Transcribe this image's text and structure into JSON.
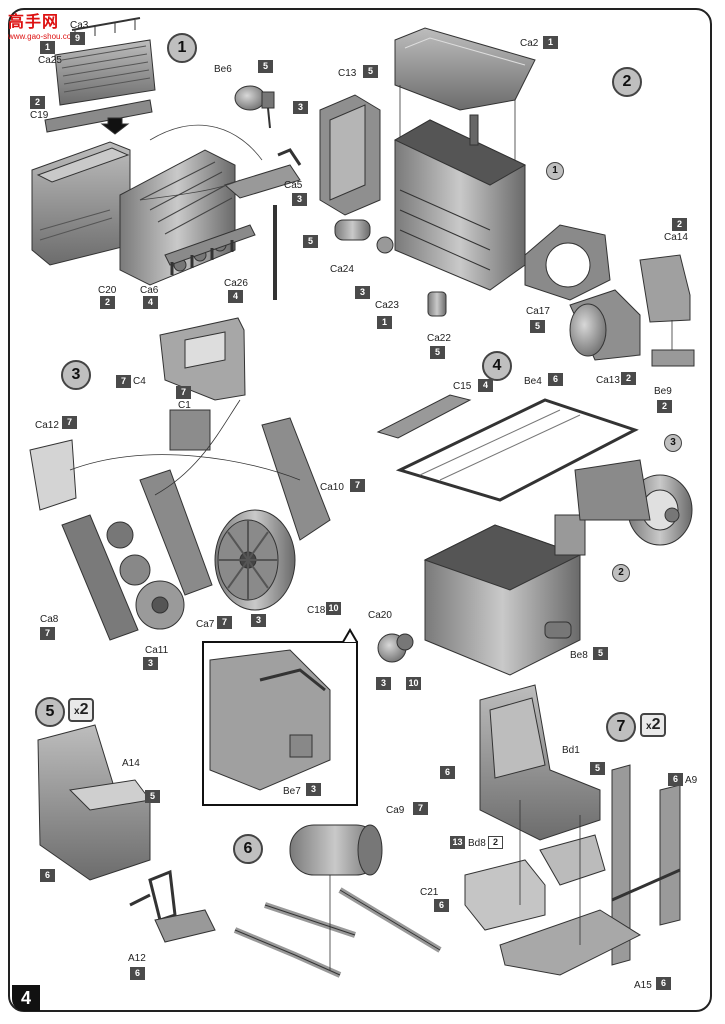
{
  "watermark": {
    "site": "高手网",
    "url": "www.gao-shou.com"
  },
  "page_number": "4",
  "steps": [
    {
      "number": "1"
    },
    {
      "number": "2"
    },
    {
      "number": "3"
    },
    {
      "number": "4"
    },
    {
      "number": "5",
      "multiplier": "2"
    },
    {
      "number": "6"
    },
    {
      "number": "7",
      "multiplier": "2"
    }
  ],
  "sub_refs": {
    "step2_ref1": "1",
    "step4_ref2": "2",
    "step4_ref3": "3"
  },
  "multiplier_prefix": "x",
  "parts": {
    "ca3": {
      "label": "Ca3",
      "badge": "9"
    },
    "ca25": {
      "label": "Ca25",
      "badge": "1"
    },
    "c19": {
      "label": "C19",
      "badge": "2"
    },
    "be6": {
      "label": "Be6",
      "badge": "5"
    },
    "be6_link": {
      "badge": "3"
    },
    "ca5": {
      "label": "Ca5",
      "badge": "3"
    },
    "c20": {
      "label": "C20",
      "badge": "2"
    },
    "ca6": {
      "label": "Ca6",
      "badge": "4"
    },
    "ca26": {
      "label": "Ca26",
      "badge": "4"
    },
    "c13": {
      "label": "C13",
      "badge": "5"
    },
    "ca2": {
      "label": "Ca2",
      "badge": "1"
    },
    "ca24": {
      "label": "Ca24",
      "badge": "5"
    },
    "ca24_link": {
      "badge": "3"
    },
    "ca23": {
      "label": "Ca23",
      "badge": "1"
    },
    "ca22": {
      "label": "Ca22",
      "badge": "5"
    },
    "ca17": {
      "label": "Ca17",
      "badge": "5"
    },
    "ca14": {
      "label": "Ca14",
      "badge": "2"
    },
    "ca13": {
      "label": "Ca13",
      "badge": "2"
    },
    "be9": {
      "label": "Be9",
      "badge": "2"
    },
    "c4": {
      "label": "C4",
      "badge": "7"
    },
    "c1": {
      "label": "C1",
      "badge": "7"
    },
    "ca12": {
      "label": "Ca12",
      "badge": "7"
    },
    "ca10": {
      "label": "Ca10",
      "badge": "7"
    },
    "ca8": {
      "label": "Ca8",
      "badge": "7"
    },
    "ca11": {
      "label": "Ca11",
      "badge": "3"
    },
    "ca7": {
      "label": "Ca7",
      "badge": "7"
    },
    "ca7_link": {
      "badge": "3"
    },
    "c18": {
      "label": "C18",
      "badge": "10"
    },
    "c15": {
      "label": "C15",
      "badge": "4"
    },
    "be4": {
      "label": "Be4",
      "badge": "6"
    },
    "ca20": {
      "label": "Ca20",
      "badge": "3"
    },
    "ca20_link": {
      "badge": "10"
    },
    "be8": {
      "label": "Be8",
      "badge": "5"
    },
    "be7": {
      "label": "Be7",
      "badge": "3"
    },
    "a14": {
      "label": "A14",
      "badge": "5"
    },
    "a14_link": {
      "badge": "6"
    },
    "a12": {
      "label": "A12",
      "badge": "6"
    },
    "ca9": {
      "label": "Ca9",
      "badge": "7"
    },
    "c21": {
      "label": "C21",
      "badge": "6"
    },
    "bd1": {
      "label": "Bd1",
      "badge": "5"
    },
    "bd1_link": {
      "badge": "6"
    },
    "bd8": {
      "label": "Bd8",
      "badge": "13",
      "badge2": "2"
    },
    "a9": {
      "label": "A9",
      "badge": "6"
    },
    "a15": {
      "label": "A15",
      "badge": "6"
    }
  },
  "colors": {
    "frame": "#222222",
    "badge": "#4a4a4a",
    "part_fill": "#9a9a9a",
    "part_dark": "#6f6f6f",
    "accent_red": "#dd1111"
  }
}
